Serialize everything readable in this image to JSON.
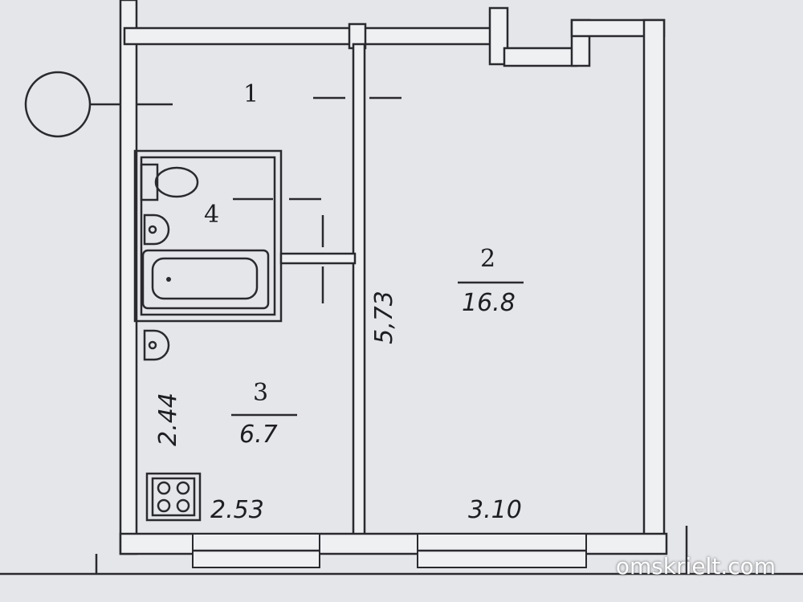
{
  "rooms": [
    {
      "number": "1"
    },
    {
      "number": "2",
      "area": "16.8"
    },
    {
      "number": "3",
      "area": "6.7"
    },
    {
      "number": "4"
    }
  ],
  "dimensions": {
    "room2_length": "5,73",
    "kitchen_height": "2.44",
    "kitchen_width": "2.53",
    "room2_width": "3.10"
  },
  "watermark": "omskrielt.com"
}
